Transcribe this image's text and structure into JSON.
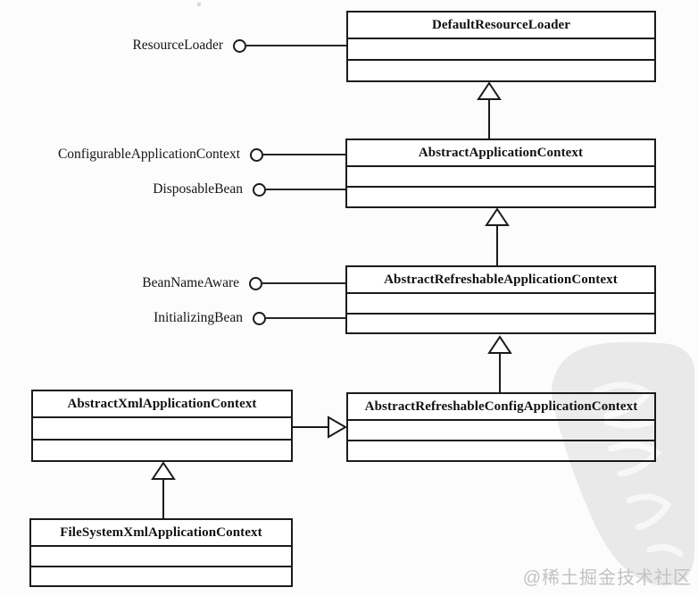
{
  "diagram": {
    "kind": "uml-class-diagram",
    "subject": "Spring ApplicationContext class hierarchy"
  },
  "classes": [
    {
      "name": "DefaultResourceLoader"
    },
    {
      "name": "AbstractApplicationContext"
    },
    {
      "name": "AbstractRefreshableApplicationContext"
    },
    {
      "name": "AbstractRefreshableConfigApplicationContext"
    },
    {
      "name": "AbstractXmlApplicationContext"
    },
    {
      "name": "FileSystemXmlApplicationContext"
    }
  ],
  "interfaces": [
    {
      "name": "ResourceLoader",
      "attaches_to": "DefaultResourceLoader"
    },
    {
      "name": "ConfigurableApplicationContext",
      "attaches_to": "AbstractApplicationContext"
    },
    {
      "name": "DisposableBean",
      "attaches_to": "AbstractApplicationContext"
    },
    {
      "name": "BeanNameAware",
      "attaches_to": "AbstractRefreshableApplicationContext"
    },
    {
      "name": "InitializingBean",
      "attaches_to": "AbstractRefreshableApplicationContext"
    }
  ],
  "generalizations": [
    {
      "child": "AbstractApplicationContext",
      "parent": "DefaultResourceLoader"
    },
    {
      "child": "AbstractRefreshableApplicationContext",
      "parent": "AbstractApplicationContext"
    },
    {
      "child": "AbstractRefreshableConfigApplicationContext",
      "parent": "AbstractRefreshableApplicationContext"
    },
    {
      "child": "AbstractXmlApplicationContext",
      "parent": "AbstractRefreshableConfigApplicationContext"
    },
    {
      "child": "FileSystemXmlApplicationContext",
      "parent": "AbstractXmlApplicationContext"
    }
  ],
  "watermark": {
    "text": "@稀土掘金技术社区",
    "color": "#c2c2c2"
  },
  "colors": {
    "line": "#1b1b1b",
    "box_bg": "#ffffff",
    "page_bg": "#fcfcfc",
    "blob": "#ececec"
  }
}
